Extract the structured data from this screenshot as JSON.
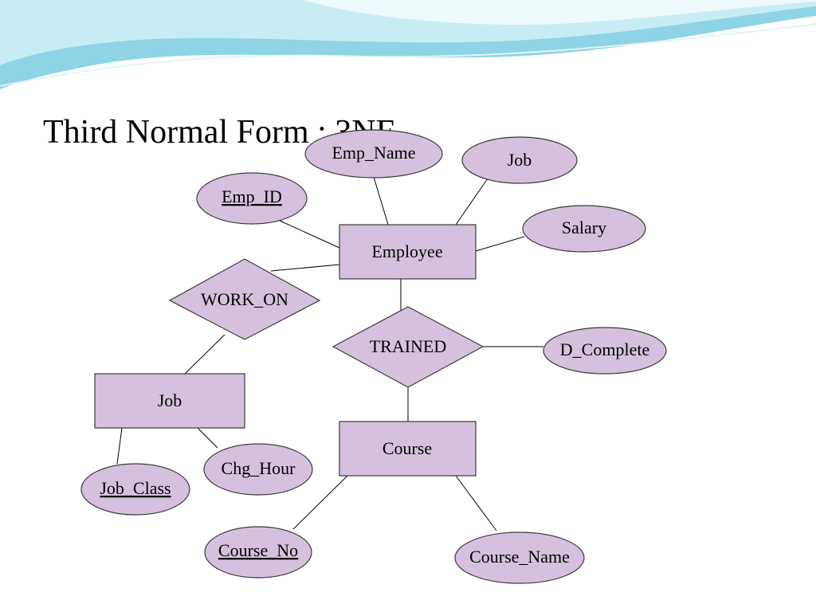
{
  "slide": {
    "title": "Third Normal Form : 3NF"
  },
  "colors": {
    "shape_fill": "#d5c1dd",
    "shape_stroke": "#3a3a3a",
    "wave_top": "#8fd3e6",
    "wave_mid": "#c8ecf4"
  },
  "diagram": {
    "entities": {
      "employee": "Employee",
      "job": "Job",
      "course": "Course"
    },
    "relationships": {
      "work_on": "WORK_ON",
      "trained": "TRAINED"
    },
    "attributes": {
      "emp_name": "Emp_Name",
      "job_attr": "Job",
      "emp_id": "Emp_ID",
      "salary": "Salary",
      "d_complete": "D_Complete",
      "chg_hour": "Chg_Hour",
      "job_class": "Job_Class",
      "course_no": "Course_No",
      "course_name": "Course_Name"
    }
  }
}
